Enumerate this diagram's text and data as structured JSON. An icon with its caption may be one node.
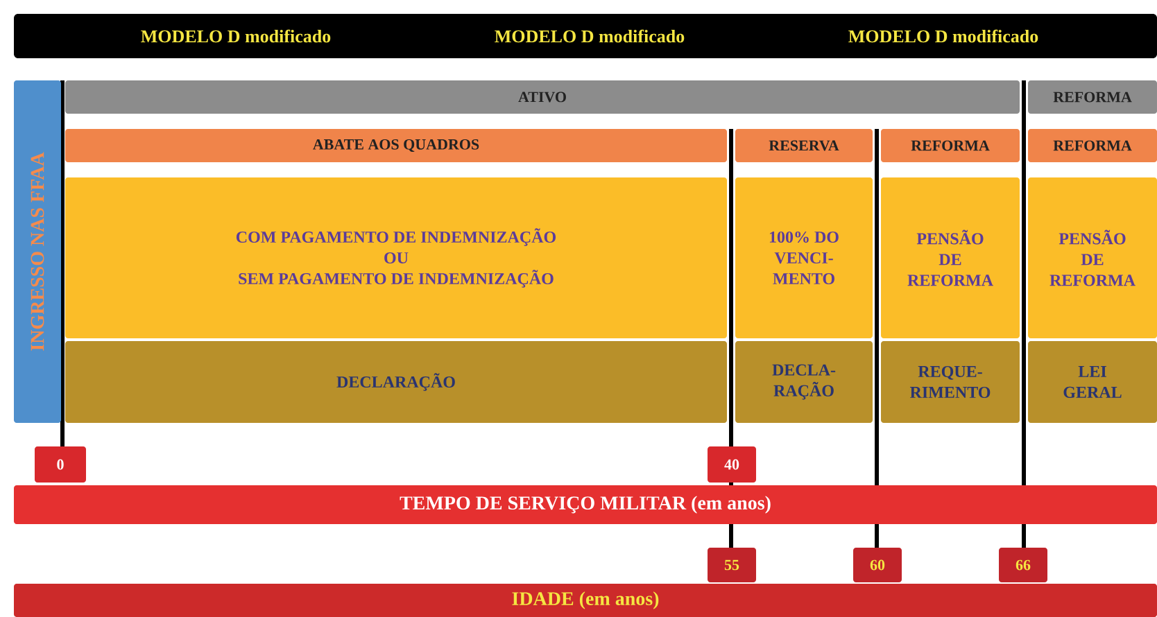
{
  "diagram": {
    "nodes": [
      {
        "text": [
          "MODELO D modificado",
          "MODELO D modificado",
          "MODELO D modificado"
        ]
      },
      {
        "text": [
          "INGRESSO NAS FFAA"
        ]
      },
      {
        "text": [
          "ATIVO"
        ]
      },
      {
        "text": [
          "REFORMA"
        ]
      },
      {
        "text": [
          "ABATE AOS QUADROS"
        ]
      },
      {
        "text": [
          "RESERVA"
        ]
      },
      {
        "text": [
          "REFORMA"
        ]
      },
      {
        "text": [
          "REFORMA"
        ]
      },
      {
        "text": [
          "COM PAGAMENTO DE INDEMNIZAÇÃO",
          "OU",
          "SEM PAGAMENTO DE INDEMNIZAÇÃO"
        ]
      },
      {
        "text": [
          "100% DO VENCI- MENTO"
        ]
      },
      {
        "text": [
          "PENSÃO DE REFORMA"
        ]
      },
      {
        "text": [
          "PENSÃO DE REFORMA"
        ]
      },
      {
        "text": [
          "DECLARAÇÃO"
        ]
      },
      {
        "text": [
          "DECLA- RAÇÃO"
        ]
      },
      {
        "text": [
          "REQUE- RIMENTO"
        ]
      },
      {
        "text": [
          "LEI GERAL"
        ]
      },
      {
        "text": [
          "0"
        ]
      },
      {
        "text": [
          "40"
        ]
      },
      {
        "text": [
          "TEMPO DE SERVIÇO MILITAR (em anos)"
        ]
      },
      {
        "text": [
          "55"
        ]
      },
      {
        "text": [
          "60"
        ]
      },
      {
        "text": [
          "66"
        ]
      },
      {
        "text": [
          "IDADE (em anos)"
        ]
      }
    ],
    "edges": []
  }
}
